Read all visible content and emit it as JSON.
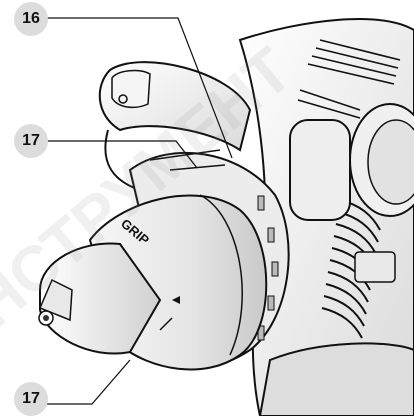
{
  "callouts": [
    {
      "number": "16"
    },
    {
      "number": "17"
    },
    {
      "number": "17"
    }
  ],
  "chuck_text": "GRIP",
  "watermark": "ИНСТРУМЕНТ"
}
